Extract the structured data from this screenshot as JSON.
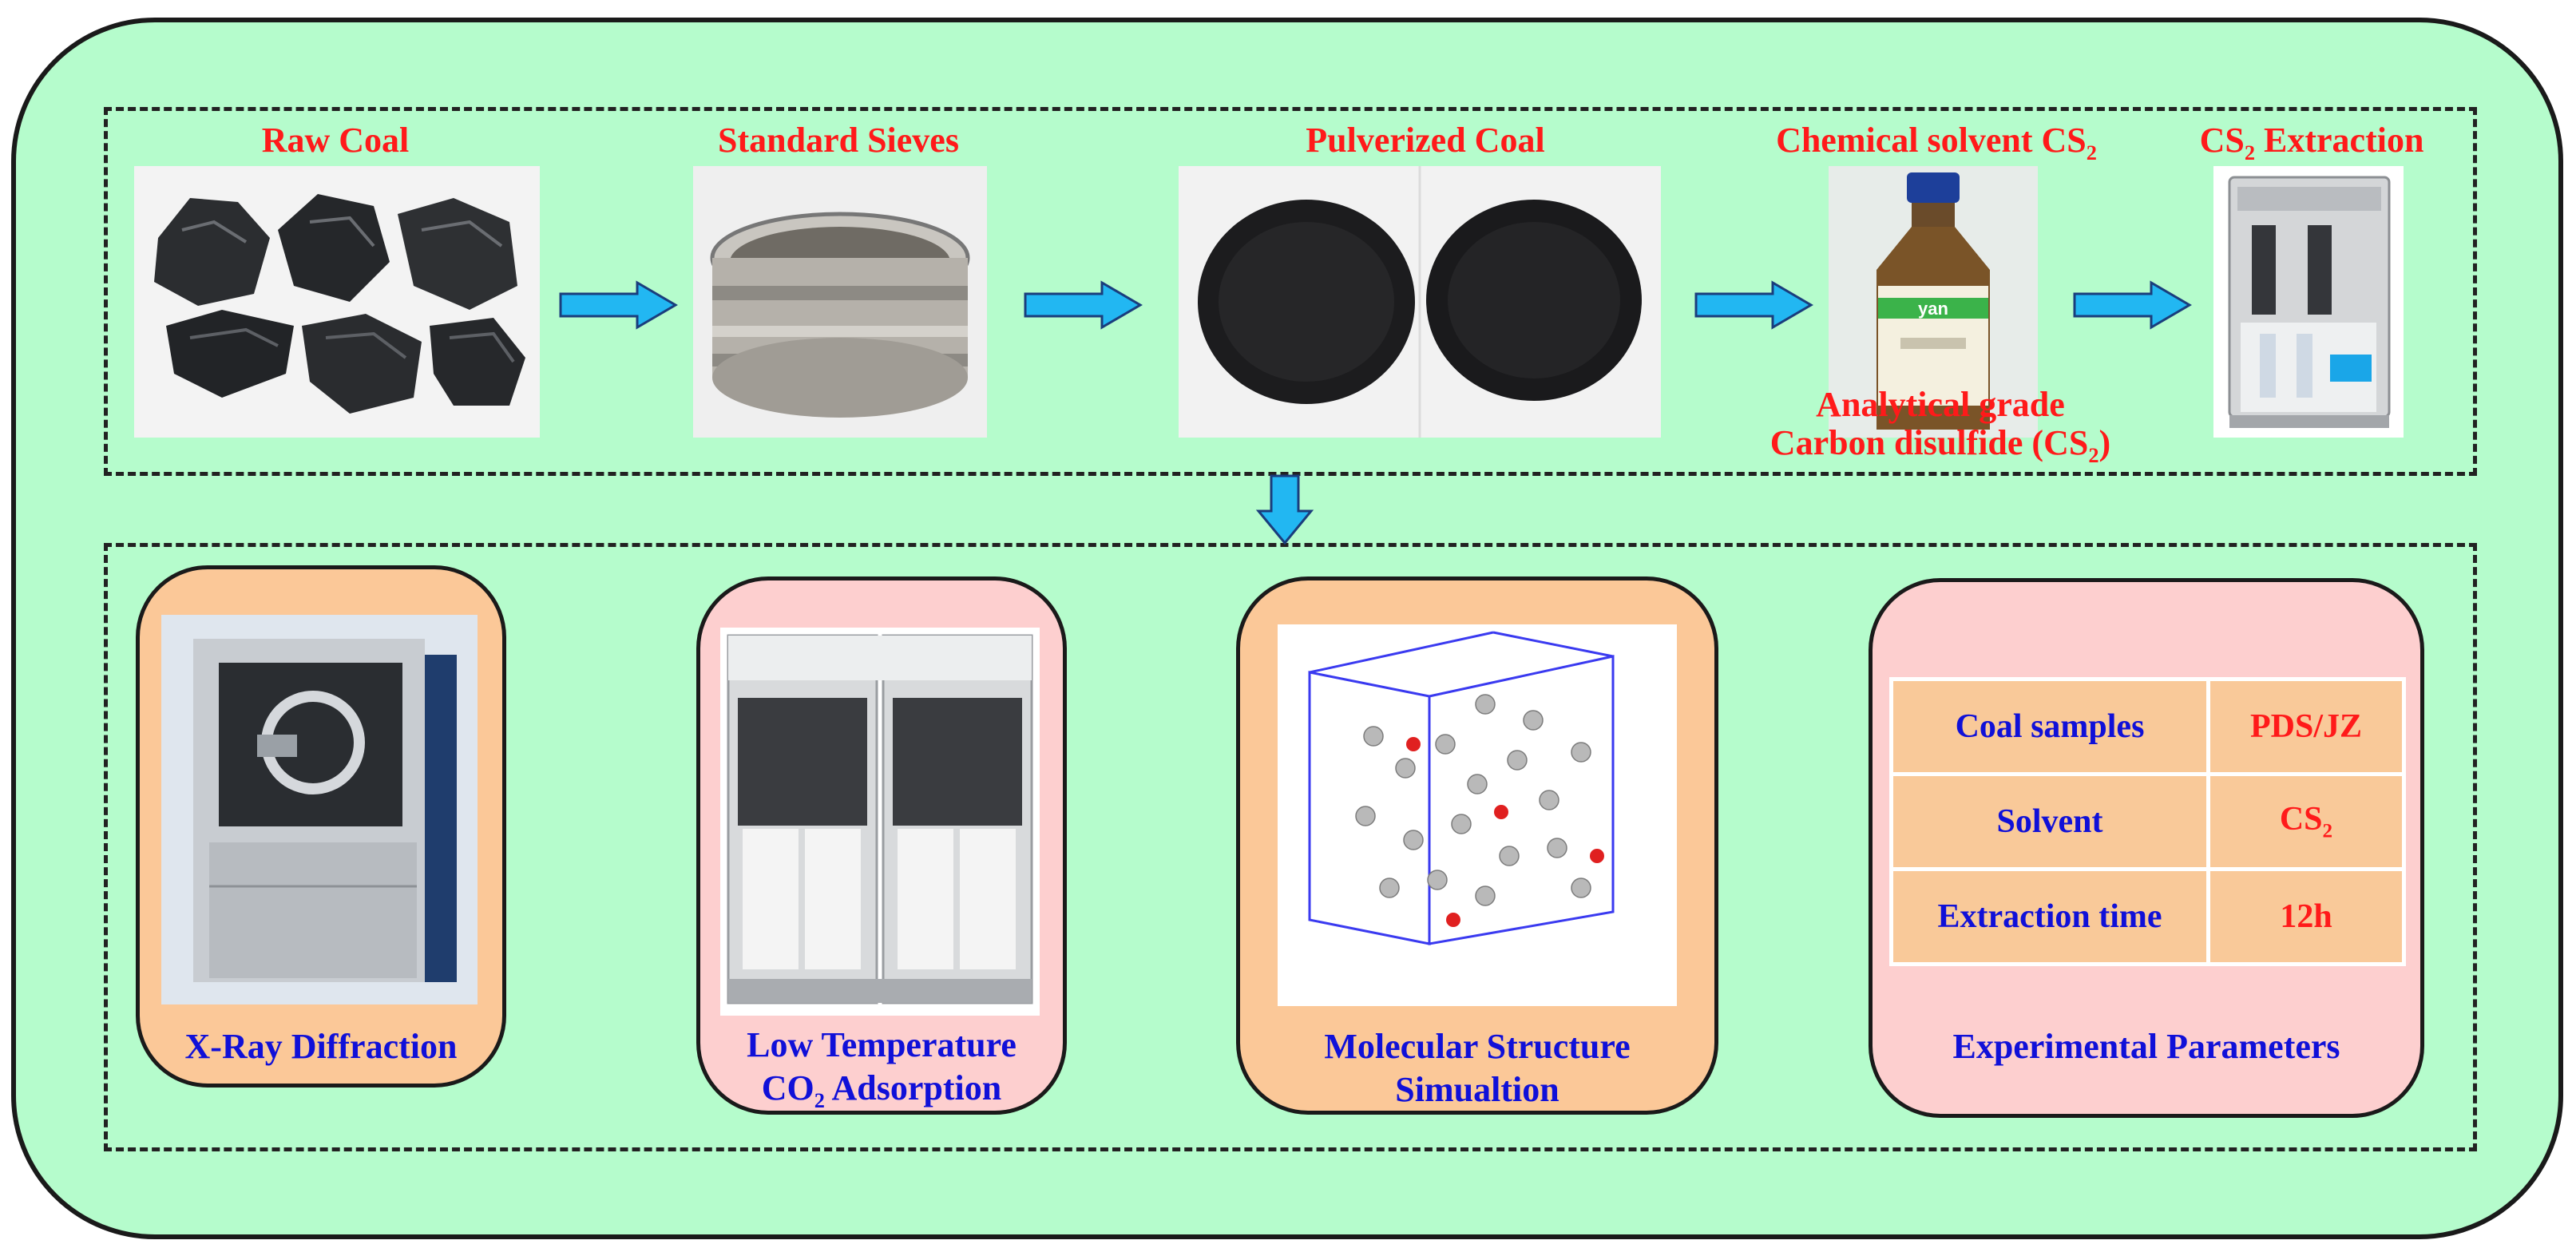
{
  "top_steps": [
    {
      "label": "Raw  Coal"
    },
    {
      "label": "Standard Sieves"
    },
    {
      "label": "Pulverized Coal"
    },
    {
      "label": "Chemical solvent CS",
      "sub": "2"
    },
    {
      "label_pre": "CS",
      "sub": "2",
      "label_post": " Extraction"
    }
  ],
  "bottle_caption": {
    "line1": "Analytical grade",
    "line2_pre": "Carbon disulfide (CS",
    "sub": "2",
    "line2_post": ")"
  },
  "bottle_label_text": "yan",
  "bottom_methods": [
    {
      "label": "X-Ray Diffraction"
    },
    {
      "line1": "Low Temperature",
      "line2_pre": "CO",
      "sub": "2",
      "line2_post": " Adsorption"
    },
    {
      "line1": "Molecular Structure",
      "line2": "Simualtion"
    }
  ],
  "params": {
    "caption": "Experimental Parameters",
    "rows": [
      {
        "name": "Coal samples",
        "value": "PDS/JZ"
      },
      {
        "name": "Solvent",
        "value_pre": "CS",
        "value_sub": "2"
      },
      {
        "name": "Extraction time",
        "value": "12h"
      }
    ]
  },
  "colors": {
    "background": "#b5fccc",
    "title_red": "#ff1a1a",
    "title_blue": "#1010d8",
    "arrow": "#22b7f2",
    "card_orange": "#fbc898",
    "card_pink": "#fdcfcf"
  }
}
